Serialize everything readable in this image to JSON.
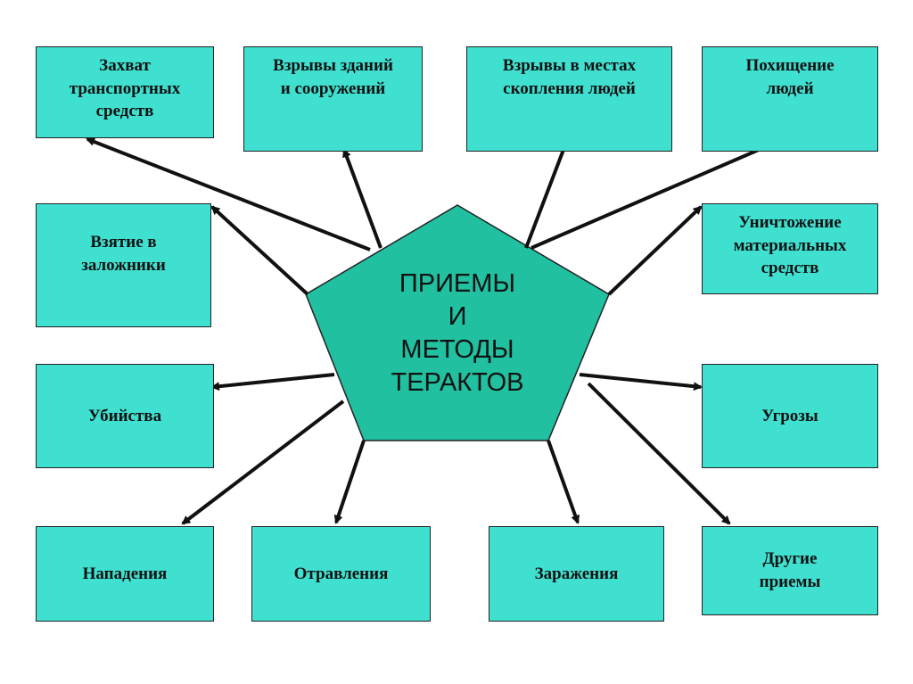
{
  "center": {
    "title": "ПРИЕМЫ\nИ\nМЕТОДЫ\nТЕРАКТОВ"
  },
  "colors": {
    "box": "#40e0d0",
    "pentagon": "#20c0a0",
    "line": "#111111"
  },
  "methods": [
    "Захват\nтранспортных\nсредств",
    "Взрывы зданий\nи сооружений",
    "Взрывы в местах\nскопления людей",
    "Похищение\nлюдей",
    "Взятие в\nзаложники",
    "Уничтожение\nматериальных\nсредств",
    "Убийства",
    "Угрозы",
    "Нападения",
    "Отравления",
    "Заражения",
    "Другие\nприемы"
  ]
}
